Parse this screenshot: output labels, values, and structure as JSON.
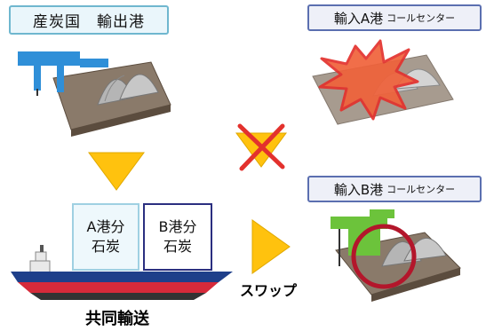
{
  "labels": {
    "export_port": "産炭国　輸出港",
    "import_a": "輸入A港",
    "import_a_sub": "コールセンター",
    "import_b": "輸入B港",
    "import_b_sub": "コールセンター"
  },
  "cargo": {
    "a_line1": "A港分",
    "a_line2": "石炭",
    "b_line1": "B港分",
    "b_line2": "石炭"
  },
  "captions": {
    "swap": "スワップ",
    "joint_transport": "共同輸送"
  },
  "colors": {
    "arrow": "#ffc20e",
    "cross": "#e3312d",
    "circle": "#b3162b",
    "ship_hull": "#d62a3a",
    "ship_deck": "#1e3f8a"
  }
}
